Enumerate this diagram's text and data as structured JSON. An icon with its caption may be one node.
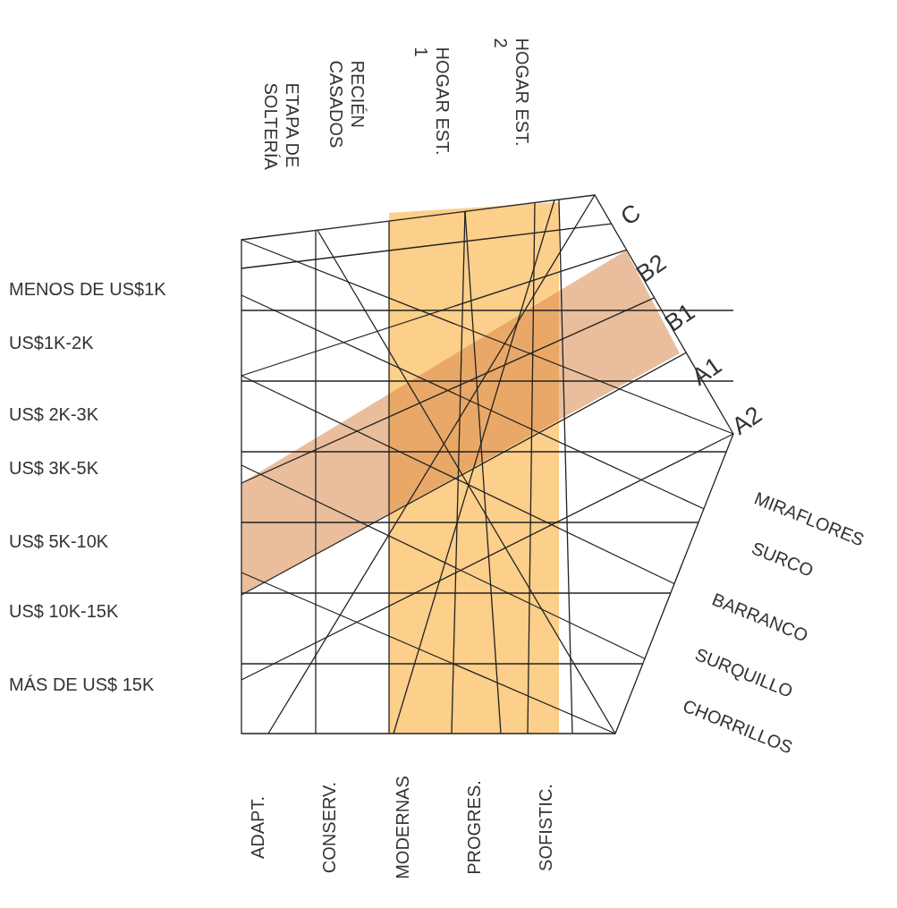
{
  "diagram": {
    "labels": [
      "ETAPA DE SOLTERÍA",
      "RECIÉN CASADOS",
      "HOGAR EST. 1",
      "HOGAR EST. 2",
      "C",
      "B2",
      "B1",
      "A1",
      "A2",
      "MENOS DE US$1K",
      "US$1K-2K",
      "US$ 2K-3K",
      "US$ 3K-5K",
      "US$ 5K-10K",
      "US$ 10K-15K",
      "MÁS DE US$ 15K",
      "MIRAFLORES",
      "SURCO",
      "BARRANCO",
      "SURQUILLO",
      "CHORRILLOS",
      "ADAPT.",
      "CONSERV.",
      "MODERNAS",
      "PROGRES.",
      "SOFISTIC."
    ]
  }
}
